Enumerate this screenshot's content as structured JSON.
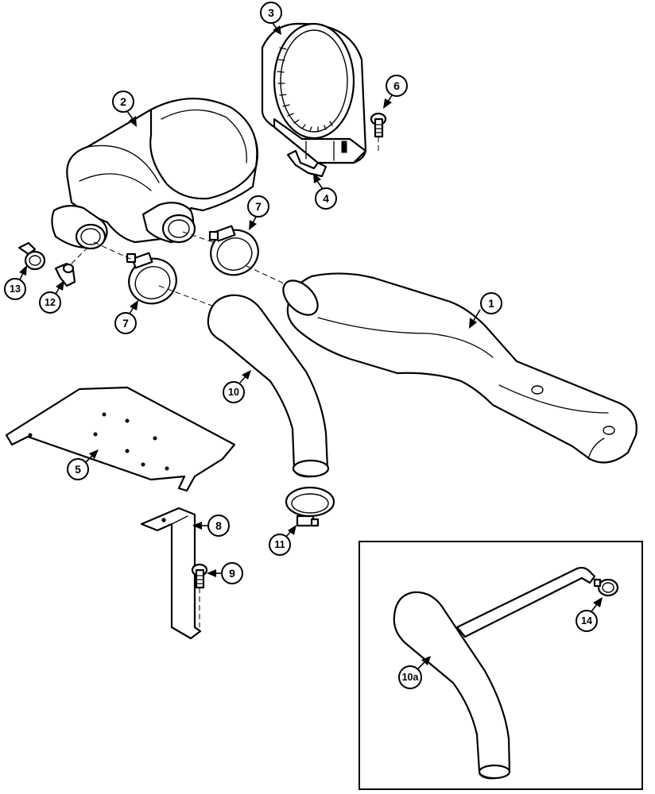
{
  "diagram": {
    "callouts": [
      {
        "id": "c1",
        "label": "1"
      },
      {
        "id": "c2",
        "label": "2"
      },
      {
        "id": "c3",
        "label": "3"
      },
      {
        "id": "c4",
        "label": "4"
      },
      {
        "id": "c5",
        "label": "5"
      },
      {
        "id": "c6",
        "label": "6"
      },
      {
        "id": "c7a",
        "label": "7"
      },
      {
        "id": "c7b",
        "label": "7"
      },
      {
        "id": "c8",
        "label": "8"
      },
      {
        "id": "c9",
        "label": "9"
      },
      {
        "id": "c10",
        "label": "10"
      },
      {
        "id": "c10a",
        "label": "10a"
      },
      {
        "id": "c11",
        "label": "11"
      },
      {
        "id": "c12",
        "label": "12"
      },
      {
        "id": "c13",
        "label": "13"
      },
      {
        "id": "c14",
        "label": "14"
      }
    ]
  }
}
